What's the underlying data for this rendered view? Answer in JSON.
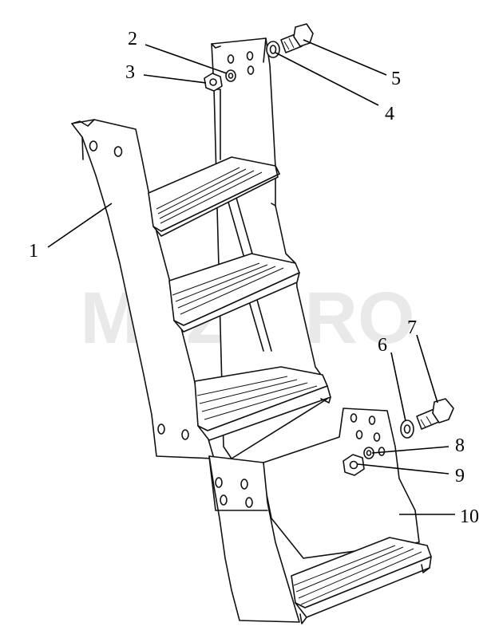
{
  "watermark": "MTZ-PRO",
  "callouts": [
    {
      "id": "1",
      "text": "1"
    },
    {
      "id": "2",
      "text": "2"
    },
    {
      "id": "3",
      "text": "3"
    },
    {
      "id": "4",
      "text": "4"
    },
    {
      "id": "5",
      "text": "5"
    },
    {
      "id": "6",
      "text": "6"
    },
    {
      "id": "7",
      "text": "7"
    },
    {
      "id": "8",
      "text": "8"
    },
    {
      "id": "9",
      "text": "9"
    },
    {
      "id": "10",
      "text": "10"
    }
  ]
}
